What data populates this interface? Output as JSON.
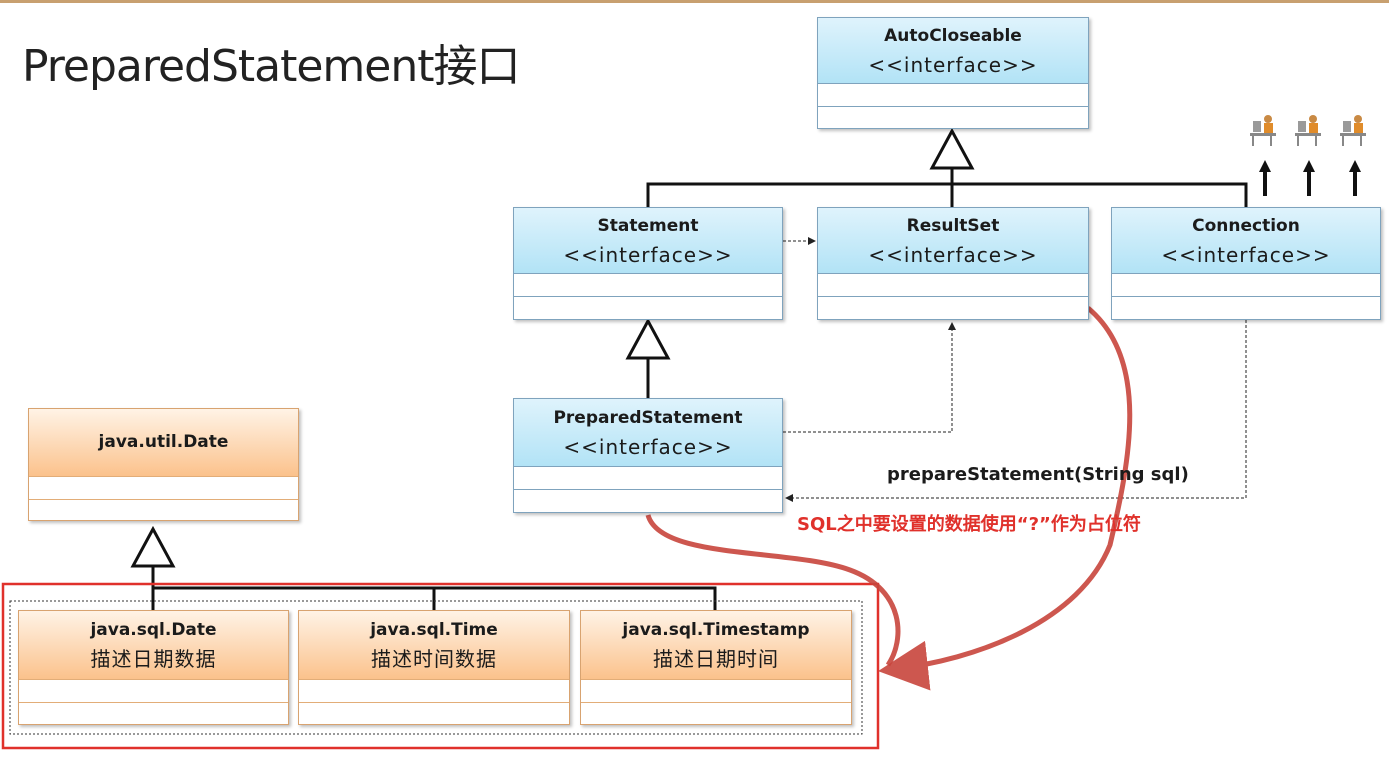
{
  "slide": {
    "title": "PreparedStatement接口"
  },
  "interfaces": {
    "autocloseable": {
      "name": "AutoCloseable",
      "stereotype": "<<interface>>"
    },
    "statement": {
      "name": "Statement",
      "stereotype": "<<interface>>"
    },
    "resultset": {
      "name": "ResultSet",
      "stereotype": "<<interface>>"
    },
    "connection": {
      "name": "Connection",
      "stereotype": "<<interface>>"
    },
    "preparedstatement": {
      "name": "PreparedStatement",
      "stereotype": "<<interface>>"
    }
  },
  "classes": {
    "util_date": {
      "name": "java.util.Date"
    },
    "sql_date": {
      "name": "java.sql.Date",
      "desc": "描述日期数据"
    },
    "sql_time": {
      "name": "java.sql.Time",
      "desc": "描述时间数据"
    },
    "sql_timestamp": {
      "name": "java.sql.Timestamp",
      "desc": "描述日期时间"
    }
  },
  "labels": {
    "prepare_method": "prepareStatement(String sql)",
    "placeholder_note": "SQL之中要设置的数据使用“?”作为占位符"
  },
  "colors": {
    "interface_fill": "#b2e3f6",
    "class_fill": "#fbc28c",
    "highlight_red": "#e0312b",
    "curve_red": "#c8453c"
  },
  "icons": [
    "user-at-desk-icon",
    "user-at-desk-icon",
    "user-at-desk-icon"
  ]
}
